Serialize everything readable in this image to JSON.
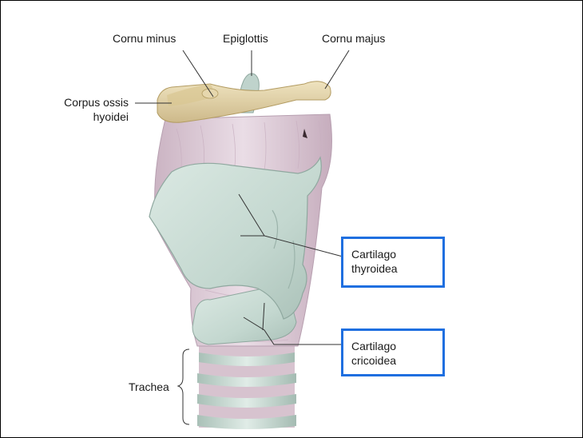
{
  "labels": {
    "cornu_minus": "Cornu minus",
    "epiglottis": "Epiglottis",
    "cornu_majus": "Cornu majus",
    "corpus_line1": "Corpus ossis",
    "corpus_line2": "hyoidei",
    "thyroid_line1": "Cartilago",
    "thyroid_line2": "thyroidea",
    "cricoid_line1": "Cartilago",
    "cricoid_line2": "cricoidea",
    "trachea": "Trachea"
  },
  "colors": {
    "highlight_box": "#1f6fe0",
    "cartilage": "#c9dcd4",
    "membrane": "#dcc8d4",
    "bone": "#e2d3a6",
    "leader_line": "#333333"
  }
}
